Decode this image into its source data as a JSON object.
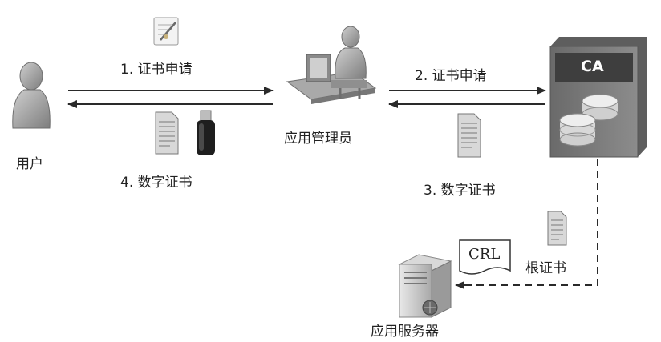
{
  "nodes": {
    "user": "用户",
    "admin": "应用管理员",
    "ca": "CA",
    "server": "应用服务器"
  },
  "edges": {
    "user_to_admin": "1. 证书申请",
    "admin_to_ca": "2. 证书申请",
    "ca_to_admin": "3. 数字证书",
    "admin_to_user": "4. 数字证书",
    "ca_to_server_root": "根证书",
    "crl": "CRL"
  },
  "colors": {
    "arrow": "#2a2a2a",
    "figure": "#9a9a9a",
    "ca_box": "#7a7a7a"
  }
}
